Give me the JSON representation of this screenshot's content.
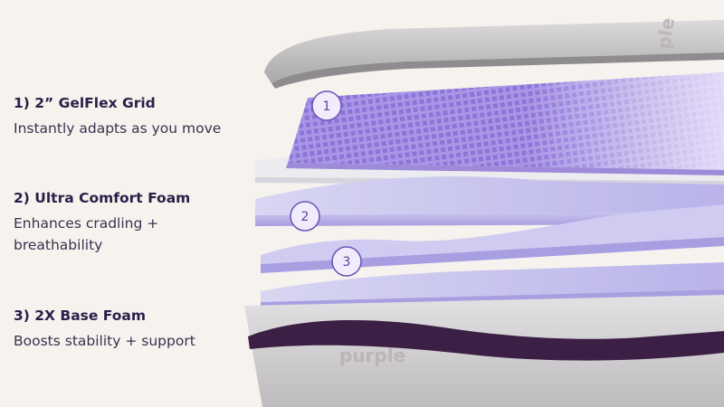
{
  "layers": [
    {
      "title": "1) 2” GelFlex Grid",
      "description": "Instantly adapts as you move",
      "badge": "1"
    },
    {
      "title": "2) Ultra Comfort Foam",
      "description": "Enhances cradling + breathability",
      "badge": "2"
    },
    {
      "title": "3) 2X Base Foam",
      "description": "Boosts stability + support",
      "badge": "3"
    }
  ],
  "brand": {
    "cover_logo": "purple"
  },
  "colors": {
    "background": "#f6f3ee",
    "grid_purple": "#a48ee0",
    "foam_lavender": "#c9c4ee",
    "base_gray": "#d4d2d4",
    "stripe_dark_purple": "#3c1f45",
    "title_text": "#2a1e4a"
  }
}
